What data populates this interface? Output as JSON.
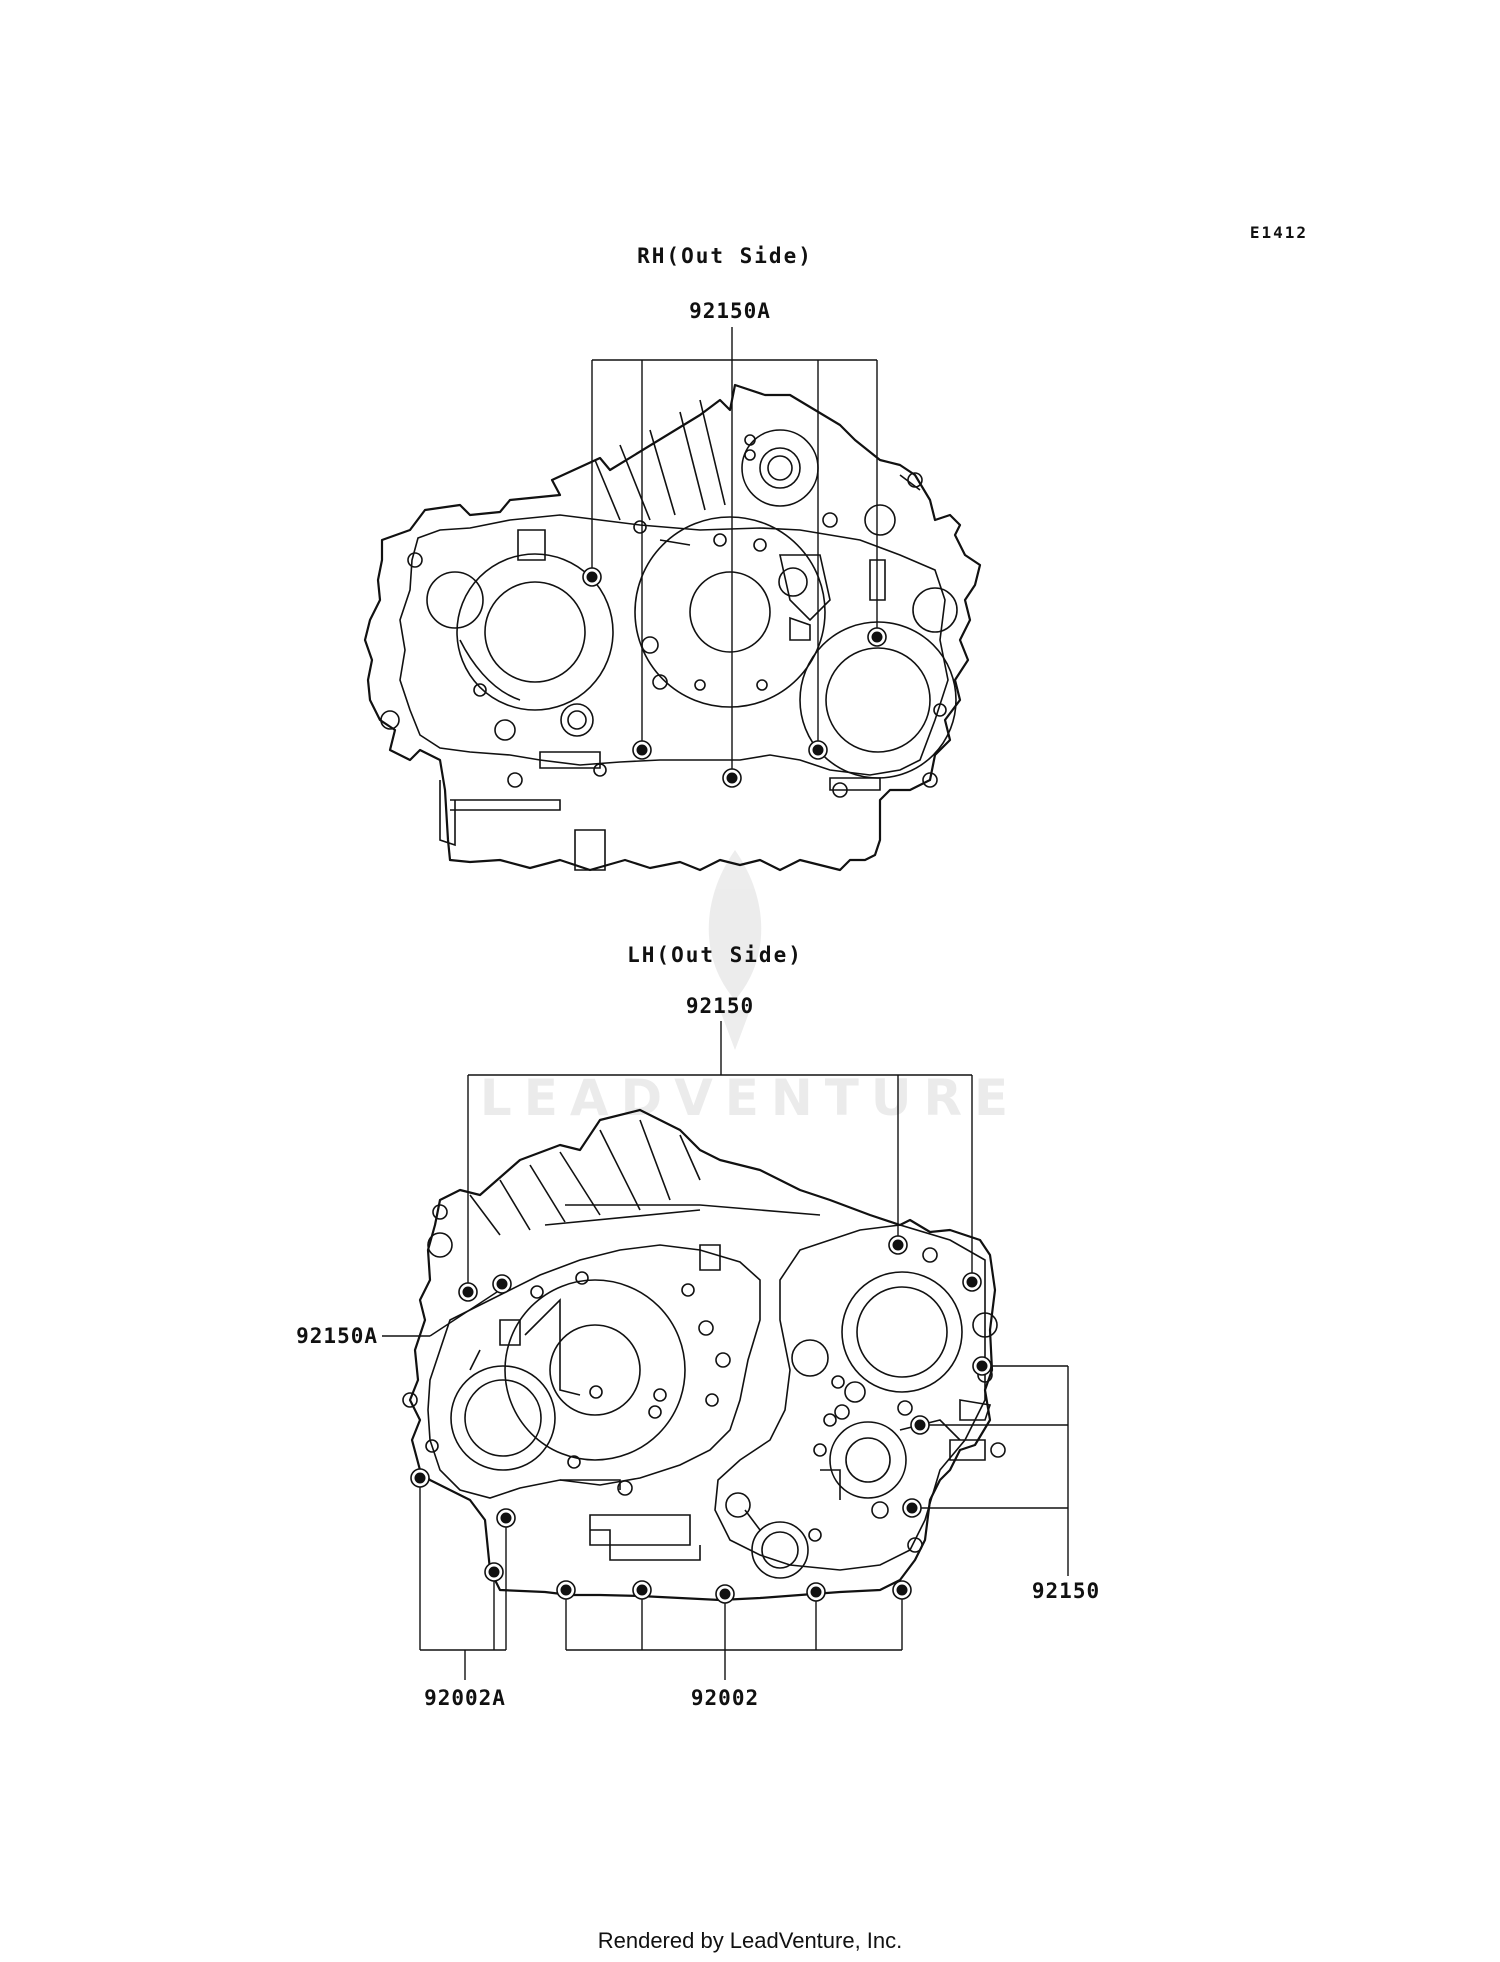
{
  "diagram_code": "E1412",
  "views": {
    "rh": {
      "title": "RH(Out Side)",
      "callout_top": "92150A"
    },
    "lh": {
      "title": "LH(Out Side)",
      "callout_top": "92150",
      "callout_left": "92150A",
      "callout_right": "92150",
      "callout_bottom_left": "92002A",
      "callout_bottom_center": "92002"
    }
  },
  "watermark": "LEADVENTURE",
  "footer": "Rendered by LeadVenture, Inc.",
  "colors": {
    "line": "#111111",
    "background": "#ffffff",
    "watermark": "#c8c8c8"
  }
}
